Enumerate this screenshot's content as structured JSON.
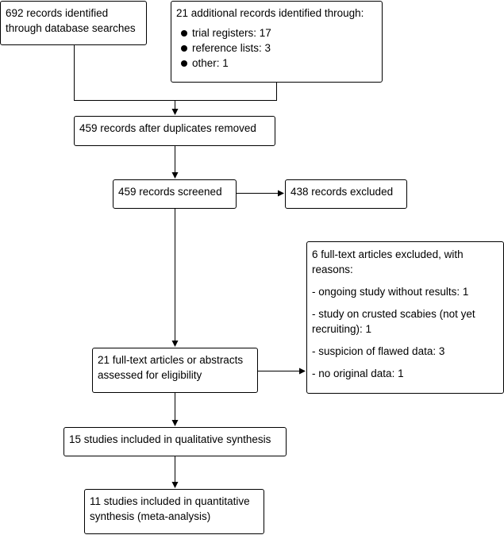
{
  "boxes": {
    "database": "692 records identified through database searches",
    "additional": {
      "title": "21 additional records identified through:",
      "items": [
        "trial registers: 17",
        "reference lists: 3",
        "other: 1"
      ]
    },
    "duplicates": "459 records after duplicates removed",
    "screened": "459 records screened",
    "excluded": "438 records excluded",
    "fulltext": "21 full-text articles or abstracts assessed for eligibility",
    "fulltext_excluded": {
      "title": "6 full-text articles excluded, with reasons:",
      "reasons": [
        "- ongoing study without results: 1",
        "- study on crusted scabies (not yet recruiting): 1",
        "- suspicion of flawed data: 3",
        "- no original data: 1"
      ]
    },
    "qualitative": "15 studies included in qualitative synthesis",
    "quantitative": "11 studies included in quantitative synthesis (meta-analysis)"
  }
}
